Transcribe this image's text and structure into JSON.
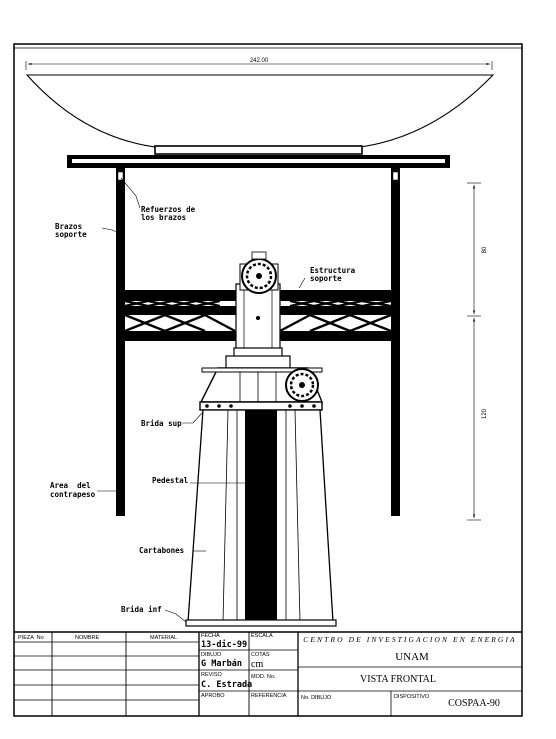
{
  "dimensions": {
    "overall_width": "242.00",
    "upper_height": "80",
    "lower_height": "120"
  },
  "labels": {
    "refuerzos": [
      "Refuerzos de",
      "los brazos"
    ],
    "brazos": [
      "Brazos",
      "soporte"
    ],
    "estructura": [
      "Estructura",
      "soporte"
    ],
    "brida_sup": "Brida sup",
    "pedestal": "Pedestal",
    "area": [
      "Area  del",
      "contrapeso"
    ],
    "cartabones": "Cartabones",
    "brida_inf": "Brida inf"
  },
  "title_block": {
    "parts_headers": {
      "pieza": "PIEZA  No",
      "nombre": "NOMBRE",
      "material": "MATERIAL"
    },
    "fecha_label": "FECHA",
    "fecha_value": "13-dic-99",
    "escala_label": "ESCALA",
    "dibujo_label": "DIBUJO",
    "dibujo_value": "G Marbán",
    "cotas_label": "COTAS",
    "cotas_value": "cm",
    "reviso_label": "REVISO",
    "reviso_value": "C. Estrada",
    "mod_label": "MOD. No.",
    "aprobo_label": "APROBO",
    "referencia_label": "REFERENCIA",
    "no_dibujo_label": "No. DIBUJO",
    "dispositivo_label": "DISPOSITIVO",
    "institution": "CENTRO DE INVESTIGACION EN ENERGIA",
    "university": "UNAM",
    "view_title": "VISTA FRONTAL",
    "device_code": "COSPAA-90"
  }
}
